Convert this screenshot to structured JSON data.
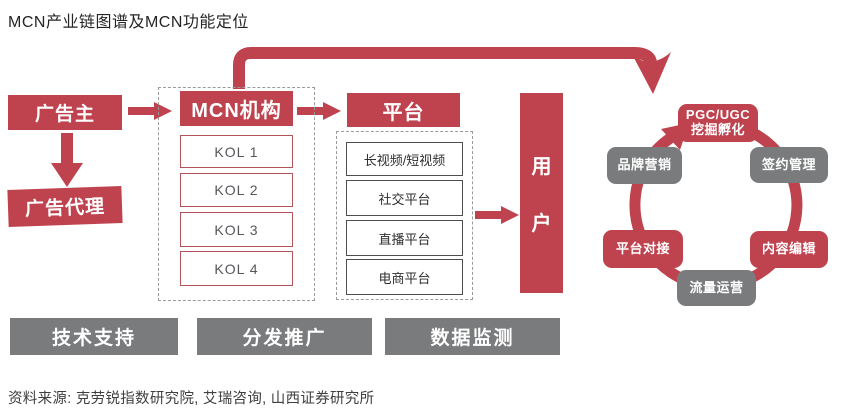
{
  "title": "MCN产业链图谱及MCN功能定位",
  "source_note": "资料来源: 克劳锐指数研究院, 艾瑞咨询, 山西证券研究所",
  "colors": {
    "accent_red": "#bf434f",
    "box_gray": "#7a7b7d"
  },
  "flow": {
    "advertiser": "广告主",
    "ad_agency": "广告代理",
    "mcn": {
      "header": "MCN机构",
      "kols": [
        "KOL 1",
        "KOL 2",
        "KOL 3",
        "KOL 4"
      ]
    },
    "platform": {
      "header": "平台",
      "channels": [
        "长视频/短视频",
        "社交平台",
        "直播平台",
        "电商平台"
      ]
    },
    "user": {
      "label": "用户",
      "chars": [
        "用",
        "户"
      ]
    }
  },
  "support_functions": [
    "技术支持",
    "分发推广",
    "数据监测"
  ],
  "cycle": {
    "nodes": [
      {
        "lines": [
          "PGC/UGC",
          "挖掘孵化"
        ],
        "style": "red"
      },
      {
        "lines": [
          "签约管理"
        ],
        "style": "gray"
      },
      {
        "lines": [
          "内容编辑"
        ],
        "style": "red"
      },
      {
        "lines": [
          "流量运营"
        ],
        "style": "gray"
      },
      {
        "lines": [
          "平台对接"
        ],
        "style": "red"
      },
      {
        "lines": [
          "品牌营销"
        ],
        "style": "gray"
      }
    ]
  }
}
